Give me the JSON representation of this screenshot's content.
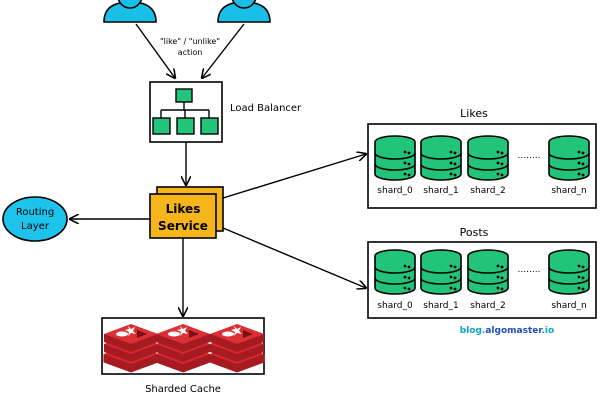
{
  "action_label_line1": "\"like\" / \"unlike\"",
  "action_label_line2": "action",
  "load_balancer": "Load Balancer",
  "likes_service_line1": "Likes",
  "likes_service_line2": "Service",
  "routing_layer_line1": "Routing",
  "routing_layer_line2": "Layer",
  "sharded_cache": "Sharded Cache",
  "likes_db": {
    "title": "Likes",
    "shards": [
      "shard_0",
      "shard_1",
      "shard_2",
      "shard_n"
    ],
    "ellipsis": "........"
  },
  "posts_db": {
    "title": "Posts",
    "shards": [
      "shard_0",
      "shard_1",
      "shard_2",
      "shard_n"
    ],
    "ellipsis": "........"
  },
  "watermark": {
    "part1": "blog.",
    "part2": "algomaster",
    "part3": ".io"
  },
  "colors": {
    "user": "#18c0e8",
    "db_green": "#22c47a",
    "service_orange": "#f7b51c",
    "routing_blue": "#1ec3ec",
    "cache_red": "#c8232c"
  },
  "icons": [
    "user-icon",
    "database-icon",
    "redis-cache-icon",
    "tree-hierarchy-icon"
  ]
}
